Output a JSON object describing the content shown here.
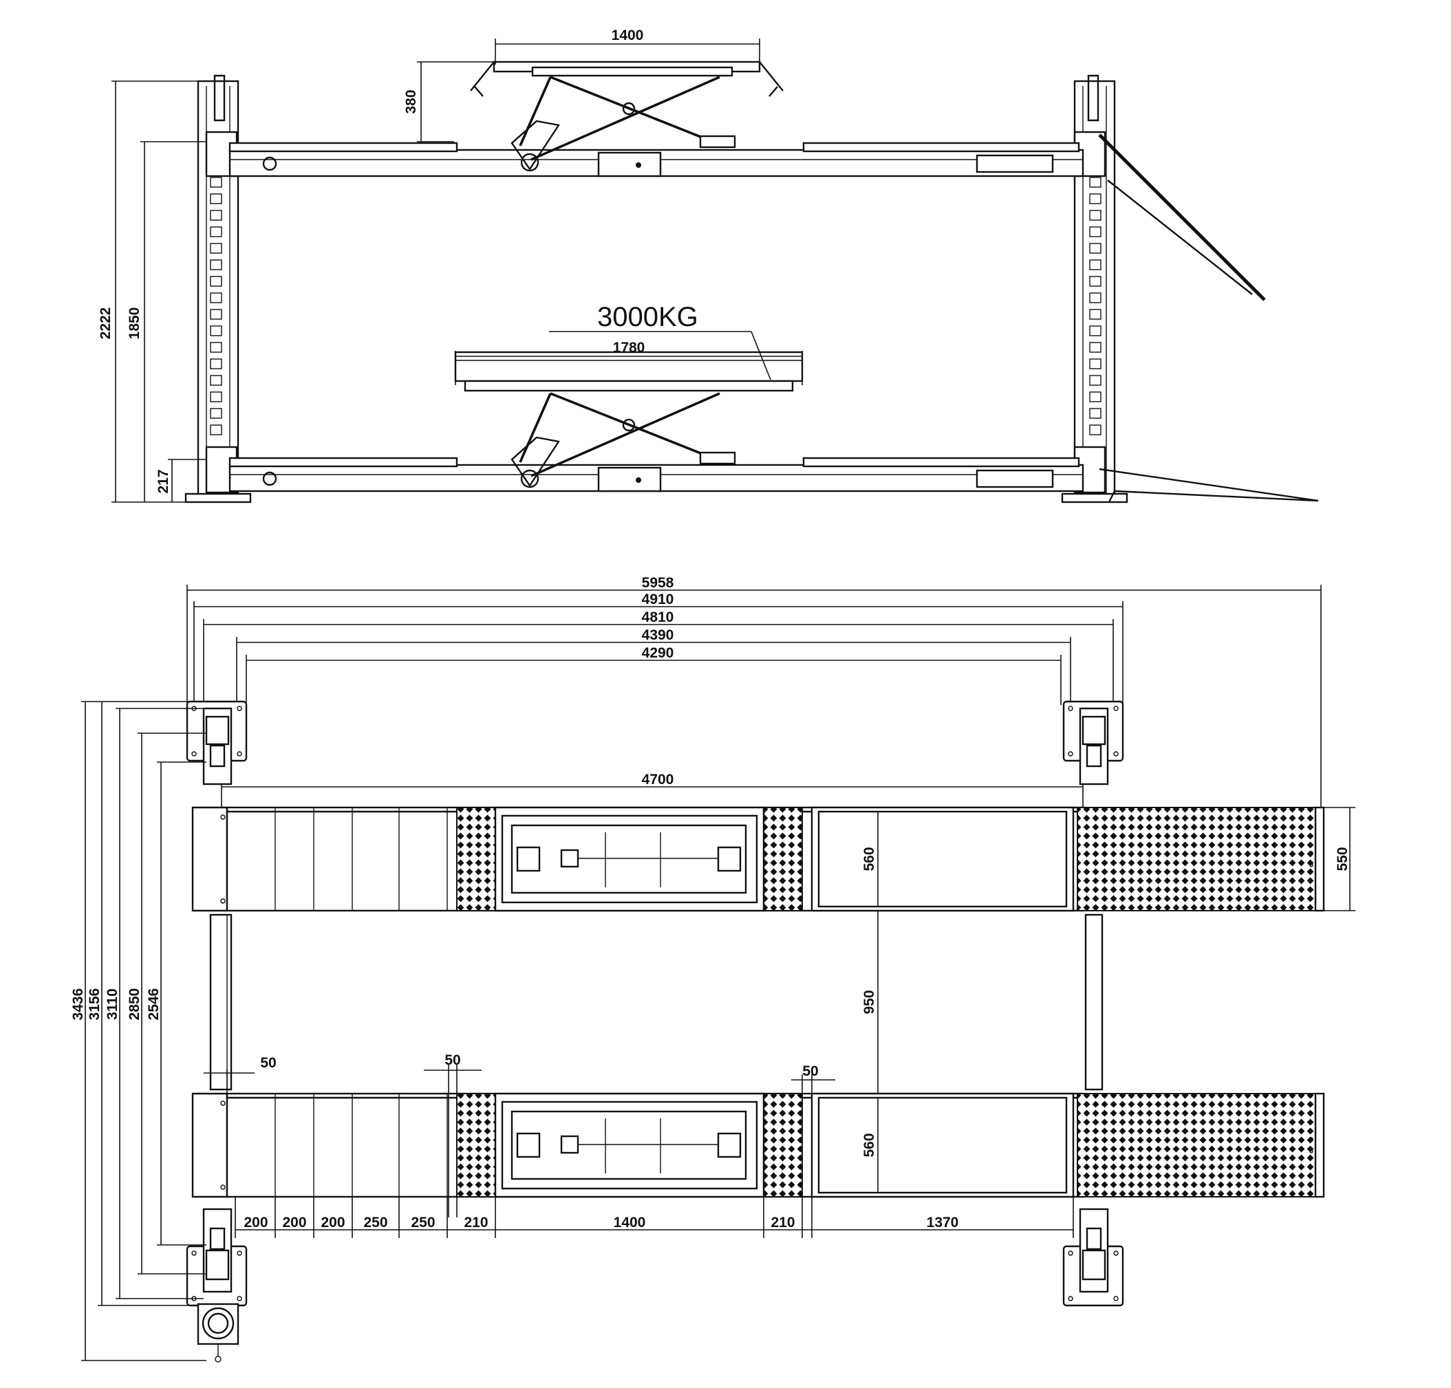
{
  "side_view": {
    "label_capacity": "3000KG",
    "dim_upper_platform_length": "1400",
    "dim_lower_platform_length": "1780",
    "dim_jack_lift_height": "380",
    "dim_total_height": "2222",
    "dim_max_lift_height": "1850",
    "dim_min_height": "217"
  },
  "top_view": {
    "dim_overall_length": "5958",
    "dim_length_4910": "4910",
    "dim_length_4810": "4810",
    "dim_length_4390": "4390",
    "dim_length_4290": "4290",
    "dim_runway_length": "4700",
    "dim_width_3436": "3436",
    "dim_width_3156": "3156",
    "dim_width_3110": "3110",
    "dim_width_2850": "2850",
    "dim_width_2546": "2546",
    "dim_runway_width": "560",
    "dim_runway_width_2": "560",
    "dim_ramp_width": "550",
    "dim_gap_between_runways": "950",
    "dim_gap_50_a": "50",
    "dim_gap_50_b": "50",
    "dim_gap_50_c": "50",
    "dim_seg_200_a": "200",
    "dim_seg_200_b": "200",
    "dim_seg_200_c": "200",
    "dim_seg_250_a": "250",
    "dim_seg_250_b": "250",
    "dim_seg_210_a": "210",
    "dim_jack_length": "1400",
    "dim_seg_210_b": "210",
    "dim_turnplate_length": "1370"
  }
}
